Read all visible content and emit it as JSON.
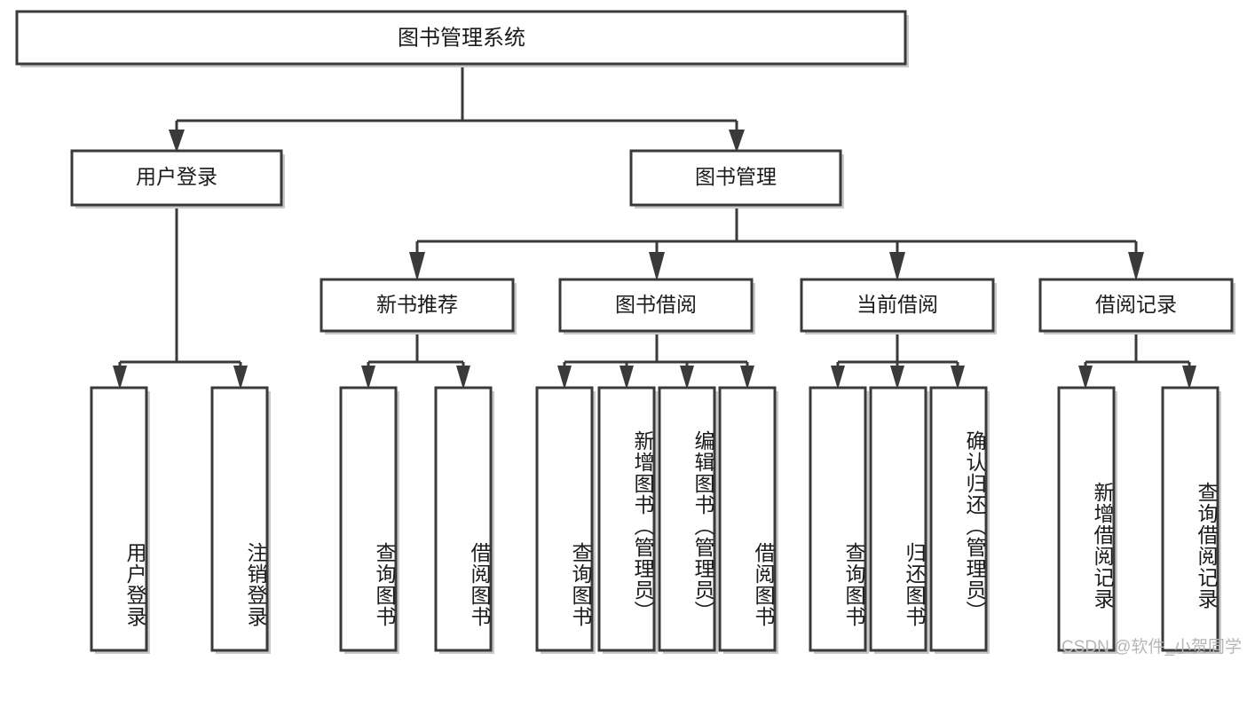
{
  "diagram": {
    "type": "tree-hierarchy",
    "title": "图书管理系统",
    "watermark": "CSDN @软件_小贺同学",
    "colors": {
      "box_stroke": "#3a3a3a",
      "box_fill": "#ffffff",
      "connector": "#3a3a3a",
      "text": "#1b1b1b",
      "watermark": "#b6b6b6",
      "shadow": "#c9c9c9"
    },
    "levels": {
      "root": {
        "label": "图书管理系统"
      },
      "level2": [
        {
          "label": "用户登录"
        },
        {
          "label": "图书管理"
        }
      ],
      "level3": [
        {
          "label": "新书推荐"
        },
        {
          "label": "图书借阅"
        },
        {
          "label": "当前借阅"
        },
        {
          "label": "借阅记录"
        }
      ]
    },
    "groups": [
      {
        "parent": "用户登录",
        "leaves": [
          {
            "label": "用户登录"
          },
          {
            "label": "注销登录"
          }
        ]
      },
      {
        "parent": "新书推荐",
        "leaves": [
          {
            "label": "查询图书"
          },
          {
            "label": "借阅图书"
          }
        ]
      },
      {
        "parent": "图书借阅",
        "leaves": [
          {
            "label": "查询图书"
          },
          {
            "label": "新增图书（管理员）"
          },
          {
            "label": "编辑图书（管理员）"
          },
          {
            "label": "借阅图书"
          }
        ]
      },
      {
        "parent": "当前借阅",
        "leaves": [
          {
            "label": "查询图书"
          },
          {
            "label": "归还图书"
          },
          {
            "label": "确认归还（管理员）"
          }
        ]
      },
      {
        "parent": "借阅记录",
        "leaves": [
          {
            "label": "新增借阅记录"
          },
          {
            "label": "查询借阅记录"
          }
        ]
      }
    ],
    "nodes": {
      "root": {
        "label": "图书管理系统"
      },
      "user_login": {
        "label": "用户登录"
      },
      "book_manage": {
        "label": "图书管理"
      },
      "new_book_rec": {
        "label": "新书推荐"
      },
      "book_borrow": {
        "label": "图书借阅"
      },
      "current_borrow": {
        "label": "当前借阅"
      },
      "borrow_record": {
        "label": "借阅记录"
      },
      "leaf_user_login": {
        "label": "用户登录"
      },
      "leaf_logout": {
        "label": "注销登录"
      },
      "leaf_query_book_a": {
        "label": "查询图书"
      },
      "leaf_borrow_book_a": {
        "label": "借阅图书"
      },
      "leaf_query_book_b": {
        "label": "查询图书"
      },
      "leaf_add_book": {
        "label": "新增图书（管理员）"
      },
      "leaf_edit_book": {
        "label": "编辑图书（管理员）"
      },
      "leaf_borrow_book_b": {
        "label": "借阅图书"
      },
      "leaf_query_book_c": {
        "label": "查询图书"
      },
      "leaf_return_book": {
        "label": "归还图书"
      },
      "leaf_confirm_return": {
        "label": "确认归还（管理员）"
      },
      "leaf_add_record": {
        "label": "新增借阅记录"
      },
      "leaf_query_record": {
        "label": "查询借阅记录"
      }
    }
  }
}
